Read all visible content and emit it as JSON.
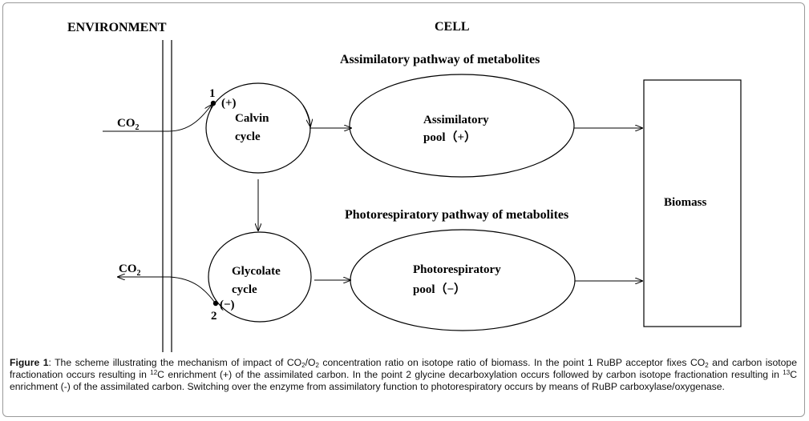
{
  "headers": {
    "environment": "ENVIRONMENT",
    "cell": "CELL"
  },
  "pathways": {
    "assimilatory": "Assimilatory pathway of metabolites",
    "photorespiratory": "Photorespiratory pathway of metabolites"
  },
  "nodes": {
    "calvin_line1": "Calvin",
    "calvin_line2": "cycle",
    "glycolate_line1": "Glycolate",
    "glycolate_line2": "cycle",
    "assim_pool_line1": "Assimilatory",
    "assim_pool_line2": "pool（+）",
    "photo_pool_line1": "Photorespiratory",
    "photo_pool_line2": "pool（−）",
    "biomass": "Biomass"
  },
  "points": {
    "point1_num": "1",
    "point1_sign": "(+)",
    "point2_num": "2",
    "point2_sign": "(−)"
  },
  "co2": {
    "co": "CO",
    "sub": "2"
  },
  "caption": {
    "fig_label": "Figure 1",
    "t1": ": The scheme illustrating the mechanism of impact of CO",
    "sub1": "2",
    "t2": "/O",
    "sub2": "2",
    "t3": " concentration ratio on isotope ratio of biomass. In the point 1 RuBP acceptor fixes CO",
    "sub3": "2",
    "t4": " and carbon isotope fractionation occurs resulting in ",
    "sup1": "12",
    "t5": "C enrichment (+) of the assimilated carbon. In the point 2 glycine decarboxylation occurs followed by carbon isotope fractionation resulting in ",
    "sup2": "13",
    "t6": "C enrichment (-) of the assimilated carbon. Switching over the enzyme from assimilatory function to photorespiratory occurs by means of RuBP carboxylase/oxygenase."
  }
}
